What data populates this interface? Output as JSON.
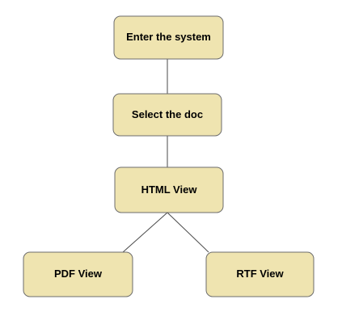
{
  "diagram": {
    "nodes": [
      {
        "id": "enter",
        "label": "Enter the system"
      },
      {
        "id": "select",
        "label": "Select the doc"
      },
      {
        "id": "html",
        "label": "HTML View"
      },
      {
        "id": "pdf",
        "label": "PDF View"
      },
      {
        "id": "rtf",
        "label": "RTF View"
      }
    ],
    "edges": [
      {
        "from": "enter",
        "to": "select"
      },
      {
        "from": "select",
        "to": "html"
      },
      {
        "from": "html",
        "to": "pdf"
      },
      {
        "from": "html",
        "to": "rtf"
      }
    ],
    "colors": {
      "node_fill": "#efe4b0",
      "node_border": "#6d6d6d",
      "line": "#4a4a4a",
      "text": "#000000"
    }
  }
}
